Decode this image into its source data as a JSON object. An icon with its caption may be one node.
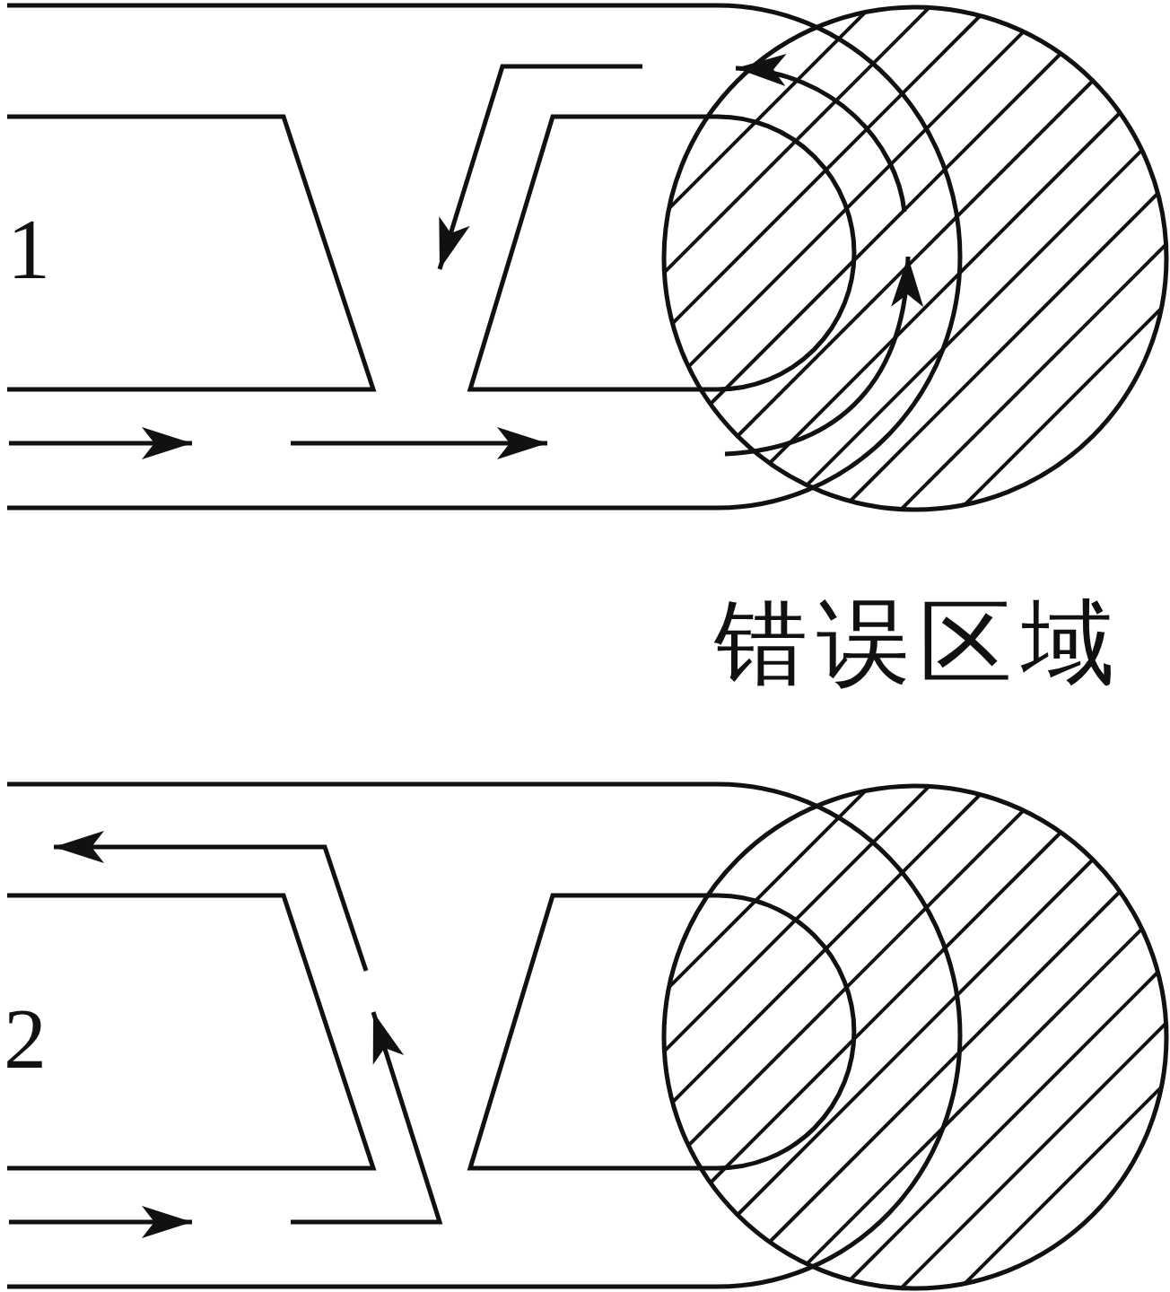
{
  "diagram": {
    "labels": [
      "1",
      "错误区域",
      "2"
    ]
  }
}
